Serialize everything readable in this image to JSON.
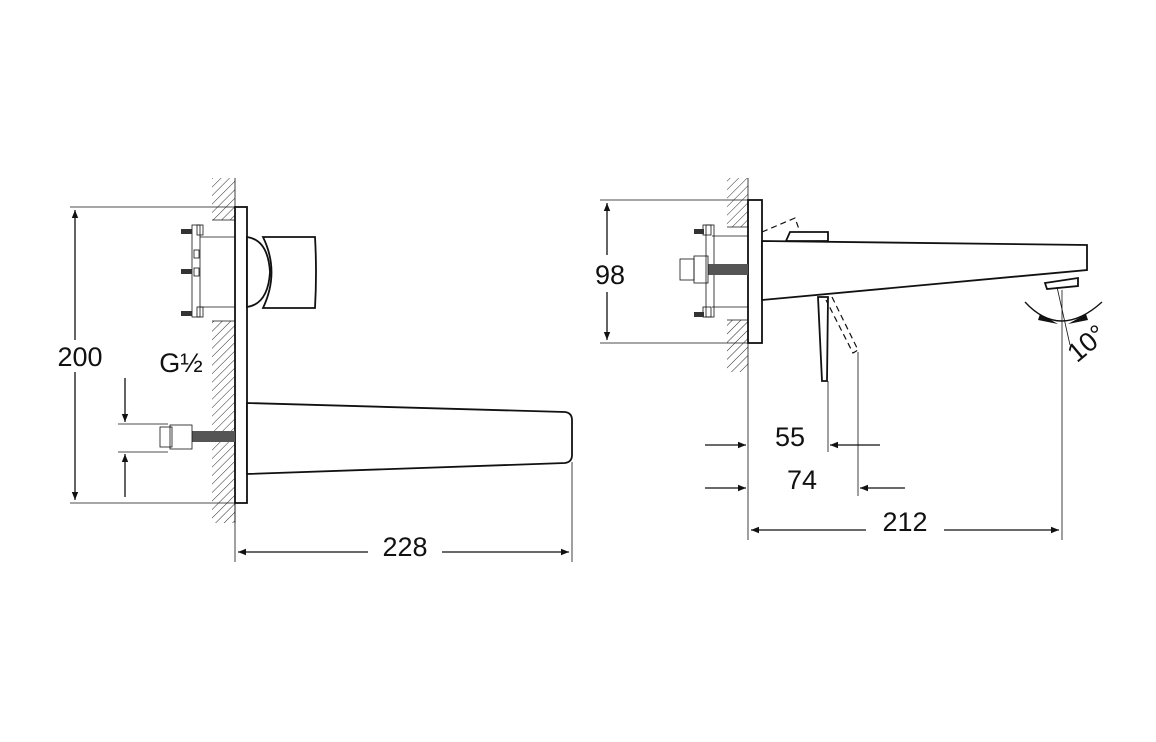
{
  "front_view": {
    "height_label": "200",
    "thread_label": "G½",
    "projection_label": "228"
  },
  "side_view": {
    "height_label": "98",
    "lever_label_1": "55",
    "lever_label_2": "74",
    "projection_label": "212",
    "angle_label": "10°"
  },
  "colors": {
    "line": "#111111",
    "background": "#ffffff"
  }
}
